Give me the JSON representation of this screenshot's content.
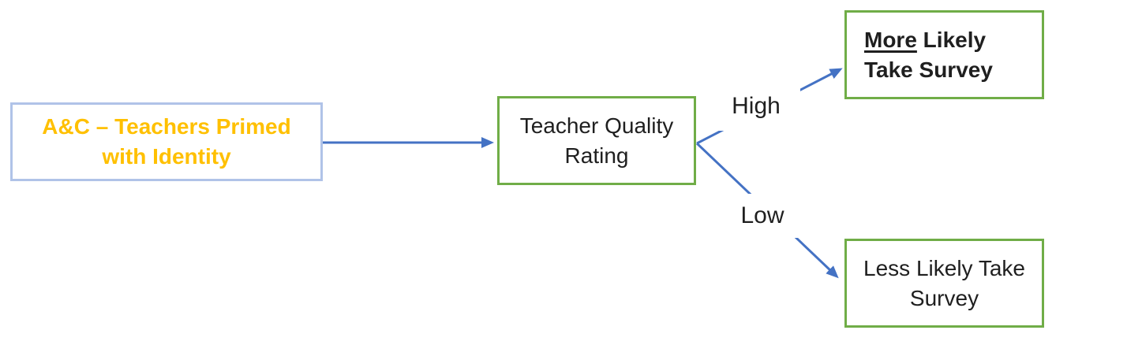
{
  "canvas": {
    "background": "#ffffff"
  },
  "colors": {
    "arrow": "#4472C4",
    "green_border": "#70AD47",
    "source_border": "#B0C3E8",
    "source_text": "#FFC000",
    "text": "#1f1f1f"
  },
  "nodes": {
    "source": {
      "line1": "A&C – Teachers Primed",
      "line2": "with Identity"
    },
    "rating": {
      "line1": "Teacher Quality",
      "line2": "Rating"
    },
    "more_likely": {
      "emphasis": "More",
      "line1_rest": " Likely",
      "line2": "Take Survey"
    },
    "less_likely": {
      "line1": "Less Likely Take",
      "line2": "Survey"
    }
  },
  "edge_labels": {
    "high": "High",
    "low": "Low"
  },
  "edges": [
    {
      "from": "source",
      "to": "rating",
      "label": ""
    },
    {
      "from": "rating",
      "to": "more_likely",
      "label": "High"
    },
    {
      "from": "rating",
      "to": "less_likely",
      "label": "Low"
    }
  ]
}
